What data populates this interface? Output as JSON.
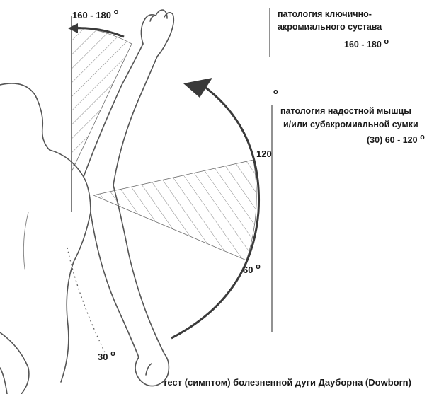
{
  "top_angle": {
    "value": "160 - 180",
    "deg": "o"
  },
  "note_acromio": {
    "line1": "патология ключично-",
    "line2": "акромиального сустава",
    "range": "160 - 180",
    "deg": "o"
  },
  "note_supraspinatus": {
    "deg_mark": "o",
    "line1": "патология надостной мышцы",
    "line2": "и/или субакромиальной сумки",
    "range": "(30) 60 - 120",
    "deg": "o"
  },
  "mark_120": "120",
  "mark_60": {
    "value": "60",
    "deg": "o"
  },
  "mark_30": {
    "value": "30",
    "deg": "o"
  },
  "caption": "тест (симптом) болезненной дуги Дауборна (Dowborn)",
  "colors": {
    "ink": "#1a1a1a",
    "arc": "#3a3a3a",
    "skin_line": "#555555"
  }
}
